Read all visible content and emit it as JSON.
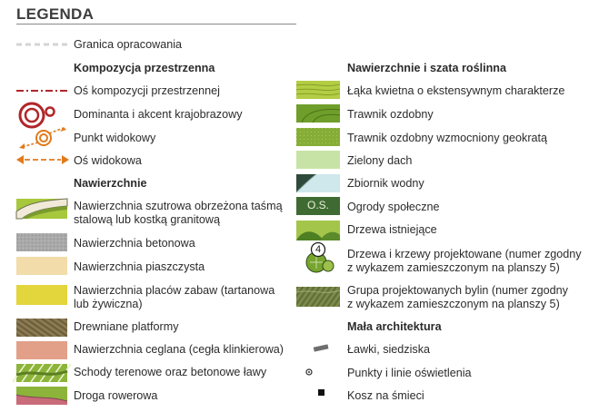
{
  "title": "LEGENDA",
  "left": {
    "boundary": "Granica opracowania",
    "composition": {
      "heading": "Kompozycja przestrzenna",
      "items": [
        "Oś kompozycji przestrzennej",
        "Dominanta i akcent krajobrazowy",
        "Punkt widokowy",
        "Oś widokowa"
      ]
    },
    "surfaces": {
      "heading": "Nawierzchnie",
      "items": [
        [
          "Nawierzchnia szutrowa obrzeżona taśmą",
          "stalową lub kostką granitową"
        ],
        [
          "Nawierzchnia betonowa"
        ],
        [
          "Nawierzchnia piaszczysta"
        ],
        [
          "Nawierzchnia placów zabaw (tartanowa",
          "lub żywiczna)"
        ],
        [
          "Drewniane platformy"
        ],
        [
          "Nawierzchnia ceglana (cegła klinkierowa)"
        ],
        [
          "Schody terenowe oraz betonowe ławy"
        ],
        [
          "Droga rowerowa"
        ]
      ]
    }
  },
  "right": {
    "vegetation": {
      "heading": "Nawierzchnie i szata roślinna",
      "items": [
        [
          "Łąka kwietna o ekstensywnym charakterze"
        ],
        [
          "Trawnik ozdobny"
        ],
        [
          "Trawnik ozdobny wzmocniony geokratą"
        ],
        [
          "Zielony dach"
        ],
        [
          "Zbiornik wodny"
        ],
        [
          "Ogrody społeczne"
        ],
        [
          "Drzewa istniejące"
        ],
        [
          "Drzewa i krzewy projektowane (numer zgodny",
          "z wykazem zamieszczonym na planszy 5)"
        ],
        [
          "Grupa projektowanych bylin (numer zgodny",
          "z wykazem zamieszczonym na planszy 5)"
        ]
      ],
      "garden_code": "O.S.",
      "tree_number": "4"
    },
    "architecture": {
      "heading": "Mała architektura",
      "items": [
        "Ławki, siedziska",
        "Punkty i linie oświetlenia",
        "Kosz na śmieci"
      ]
    }
  },
  "colors": {
    "axis_red": "#b0262a",
    "view_orange": "#e07b1c",
    "boundary_gray": "#d0d0d0",
    "concrete": "#a9a9a9",
    "sand": "#f2dcaa",
    "playground": "#e3d53c",
    "wood": "#8b7a52",
    "brick": "#e2a089",
    "grass": "#7da62b",
    "meadow": "#b3cd44",
    "green_roof": "#c8e3a6",
    "water": "#cfe8ec",
    "garden": "#3f6b32"
  }
}
